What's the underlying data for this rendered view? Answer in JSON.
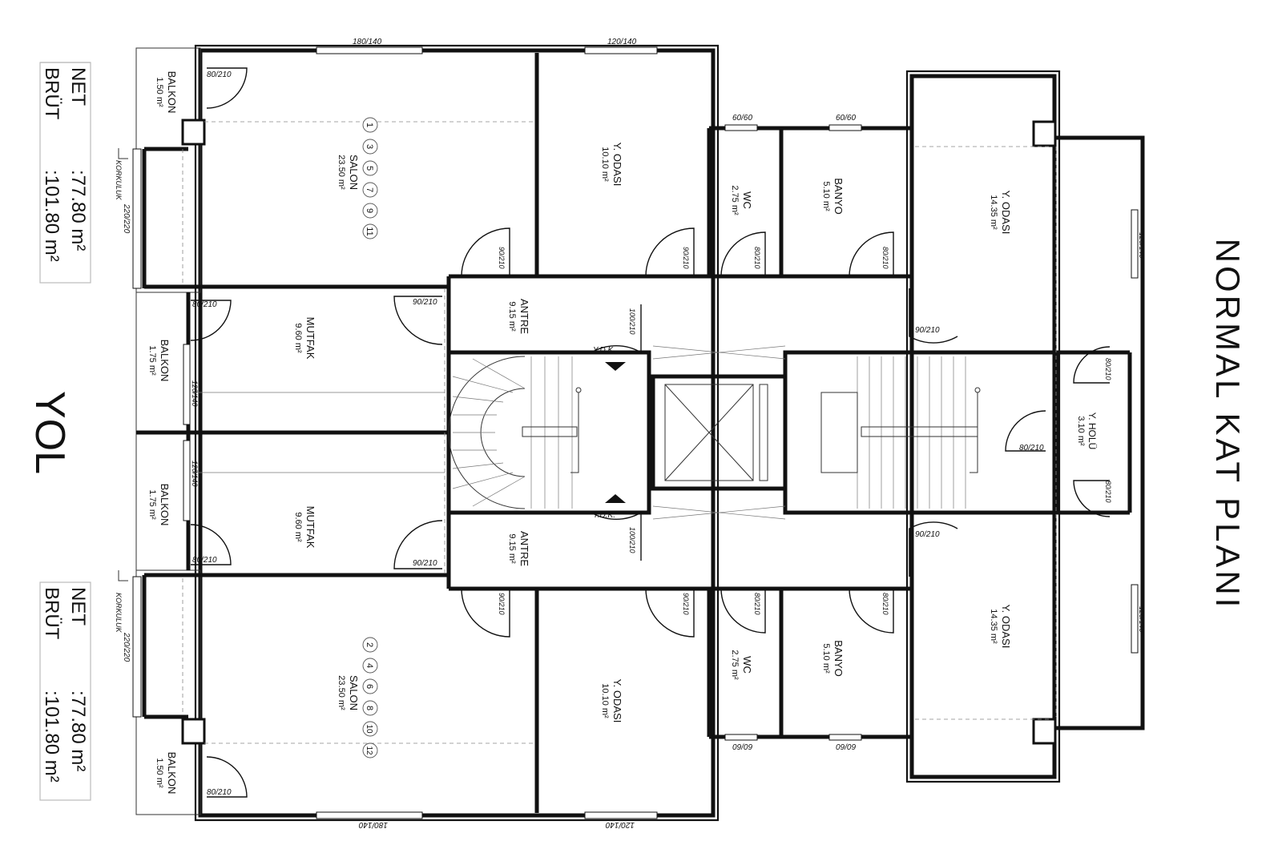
{
  "title": "NORMAL KAT PLANI",
  "road": "YOL",
  "units": [
    {
      "net_label": "NET",
      "net_value": ":77.80  m²",
      "brut_label": "BRÜT",
      "brut_value": ":101.80 m²",
      "flat_numbers": [
        "1",
        "3",
        "5",
        "7",
        "9",
        "11"
      ]
    },
    {
      "net_label": "NET",
      "net_value": ":77.80  m²",
      "brut_label": "BRÜT",
      "brut_value": ":101.80 m²",
      "flat_numbers": [
        "2",
        "4",
        "6",
        "8",
        "10",
        "12"
      ]
    }
  ],
  "rooms": [
    {
      "name": "BALKON",
      "area": "1.50 m²"
    },
    {
      "name": "SALON",
      "area": "23.50 m²"
    },
    {
      "name": "Y. ODASI",
      "area": "10.10 m²"
    },
    {
      "name": "WC",
      "area": "2.75 m²"
    },
    {
      "name": "BANYO",
      "area": "5.10 m²"
    },
    {
      "name": "Y. ODASI",
      "area": "14.35 m²"
    },
    {
      "name": "BALKON",
      "area": "1.75 m²"
    },
    {
      "name": "MUTFAK",
      "area": "9.60 m²"
    },
    {
      "name": "ANTRE",
      "area": "9.15 m²"
    },
    {
      "name": "Y. HOLÜ",
      "area": "3.10 m²"
    },
    {
      "name": "BALKON",
      "area": "1.75 m²"
    },
    {
      "name": "MUTFAK",
      "area": "9.60 m²"
    },
    {
      "name": "ANTRE",
      "area": "9.15 m²"
    },
    {
      "name": "SALON",
      "area": "23.50 m²"
    },
    {
      "name": "Y. ODASI",
      "area": "10.10 m²"
    },
    {
      "name": "WC",
      "area": "2.75 m²"
    },
    {
      "name": "BANYO",
      "area": "5.10 m²"
    },
    {
      "name": "Y. ODASI",
      "area": "14.35 m²"
    },
    {
      "name": "BALKON",
      "area": "1.50 m²"
    }
  ],
  "labels": {
    "w180": "180/140",
    "w120": "120/140",
    "w60": "60/60",
    "w220": "220/220",
    "w09": "09/09",
    "d80": "80/210",
    "d90": "90/210",
    "d100": "100/210",
    "korkuluk": "KORKULUK",
    "ydk": "Y.D.K."
  }
}
